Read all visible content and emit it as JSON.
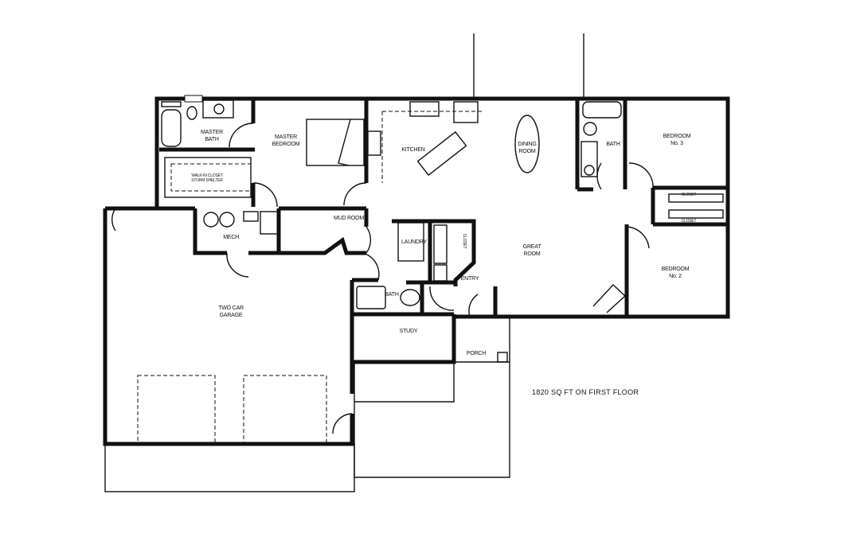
{
  "plan": {
    "area_note": "1820 SQ FT ON FIRST FLOOR",
    "rooms": {
      "master_bath": "MASTER\nBATH",
      "master_bedroom": "MASTER\nBEDROOM",
      "walk_in_closet": "WALK-IN CLOSET\nSTORM SHELTER",
      "kitchen": "KITCHEN",
      "dining_room": "DINING\nROOM",
      "bath_main": "BATH",
      "bedroom_3": "BEDROOM\nNo. 3",
      "closet_1": "CLOSET",
      "closet_2": "CLOSET",
      "mech": "MECH.",
      "mud_room": "MUD ROOM",
      "laundry": "LAUNDRY",
      "closet_entry": "CLOSET",
      "great_room": "GREAT\nROOM",
      "bedroom_2": "BEDROOM\nNo. 2",
      "entry": "ENTRY",
      "bath_half": "BATH",
      "study": "STUDY",
      "porch": "PORCH",
      "garage": "TWO CAR\nGARAGE"
    }
  }
}
